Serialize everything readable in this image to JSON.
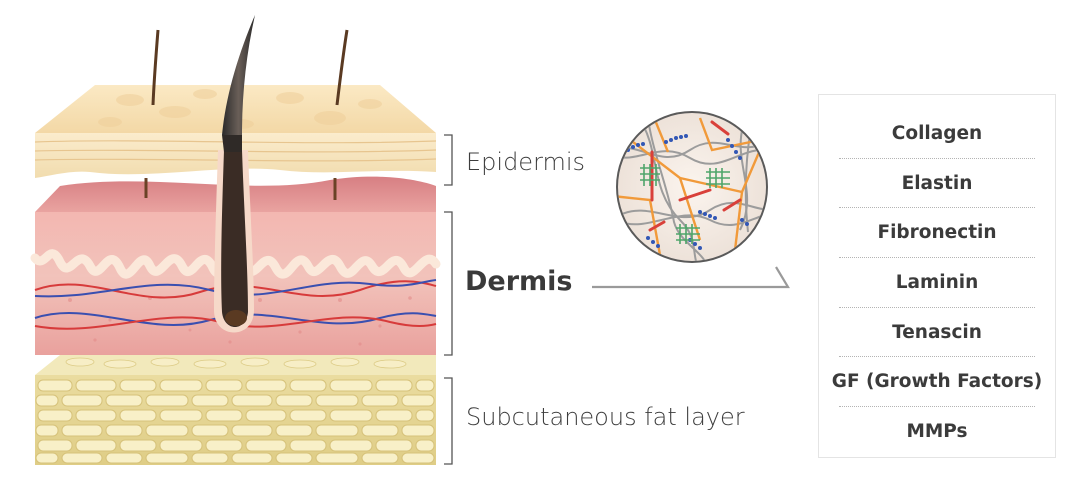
{
  "layers": {
    "epidermis": "Epidermis",
    "dermis": "Dermis",
    "subcutaneous": "Subcutaneous fat layer"
  },
  "components": [
    "Collagen",
    "Elastin",
    "Fibronectin",
    "Laminin",
    "Tenascin",
    "GF (Growth Factors)",
    "MMPs"
  ],
  "colors": {
    "epidermis": "#f6e1b7",
    "dermis": "#eea6a0",
    "fat": "#efe2a2",
    "hair": "#3a2c25",
    "collagen_fiber": "#f19a3a",
    "elastin_fiber": "#d9403a",
    "fibronectin_dots": "#3257b5",
    "green_network": "#4fa56a",
    "vessel_red": "#d73b3b",
    "vessel_blue": "#3a4fb0",
    "connector_line": "#9a9a9a"
  }
}
